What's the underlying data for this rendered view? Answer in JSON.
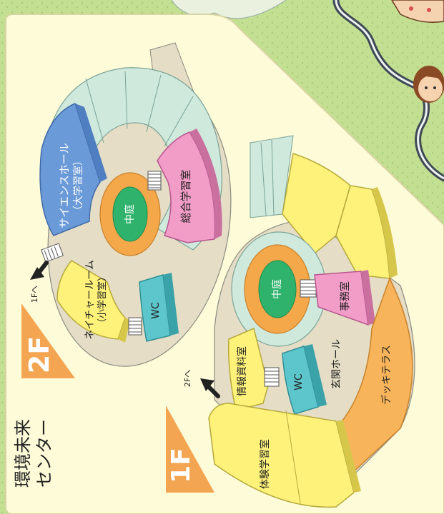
{
  "page": {
    "title_line1": "環境未来",
    "title_line2": "センター"
  },
  "floor2": {
    "badge": "2F",
    "stairs_label": "1Fへ",
    "rooms": {
      "courtyard": "中庭",
      "science_hall": "サイエンスホール",
      "science_hall_sub": "（大学習室）",
      "general_room": "総合学習室",
      "nature_room": "ネイチャールーム",
      "nature_room_sub": "（小学習室）",
      "wc": "WC"
    }
  },
  "floor1": {
    "badge": "1F",
    "stairs_label": "2Fへ",
    "rooms": {
      "courtyard": "中庭",
      "office": "事務室",
      "entrance_hall": "玄関ホール",
      "deck_terrace": "デッキテラス",
      "info_room": "情報資料室",
      "wc": "WC",
      "experience_room": "体験学習室"
    }
  },
  "colors": {
    "panel": "#fdfbd8",
    "grass": "#b8d884",
    "road": "#3f4a55",
    "courtyard_green": "#2fb36c",
    "courtyard_ring": "#f4a84a",
    "blue_room": "#6b9ad8",
    "pink_room": "#f29cc8",
    "yellow_room": "#fff27a",
    "cyan_room": "#5cc6cc",
    "orange_room": "#f8b45a",
    "mint": "#cfe9dc",
    "tan": "#e5ddc5",
    "badge_orange": "#f4a552",
    "arrow": "#222222"
  }
}
